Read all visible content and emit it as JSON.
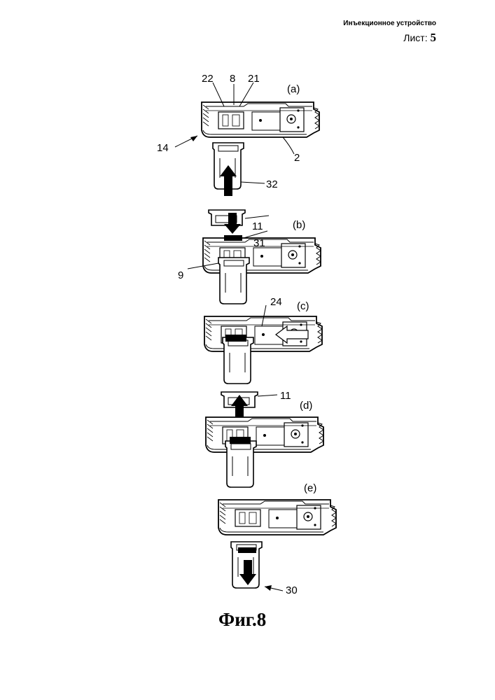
{
  "header": {
    "title": "Инъекционное устройство",
    "sheet_label": "Лист:",
    "sheet_number": "5"
  },
  "figure": {
    "caption": "Фиг.8",
    "panels": {
      "a": {
        "label": "(a)",
        "refs": [
          "22",
          "8",
          "21",
          "14",
          "2",
          "32"
        ]
      },
      "b": {
        "label": "(b)",
        "refs": [
          "11",
          "31",
          "9"
        ]
      },
      "c": {
        "label": "(c)",
        "refs": [
          "24"
        ]
      },
      "d": {
        "label": "(d)",
        "refs": [
          "11"
        ]
      },
      "e": {
        "label": "(e)",
        "refs": [
          "30"
        ]
      }
    }
  },
  "colors": {
    "ink": "#000000",
    "paper": "#ffffff"
  }
}
